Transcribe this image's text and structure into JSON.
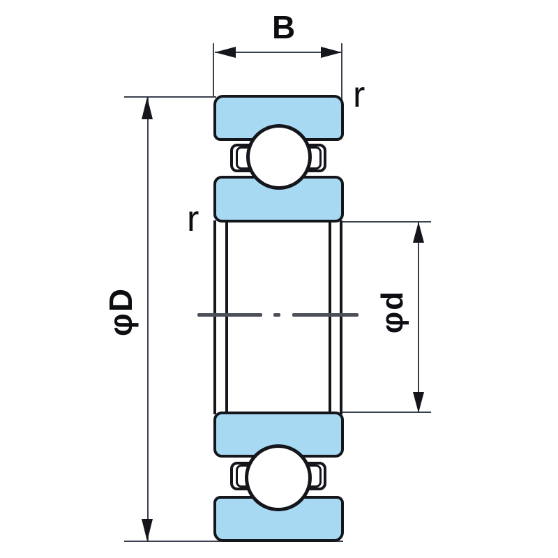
{
  "title": "Ball bearing cross-section dimension diagram",
  "colors": {
    "ring_fill": "#a7daf2",
    "outline": "#14161c",
    "dimension_line": "#39404e",
    "centerline": "#4b5058",
    "label": "#0d0e12",
    "background": "#ffffff"
  },
  "labels": {
    "width": "B",
    "outer_diameter": "φD",
    "inner_diameter": "φd",
    "radius_top": "r",
    "radius_left": "r"
  }
}
